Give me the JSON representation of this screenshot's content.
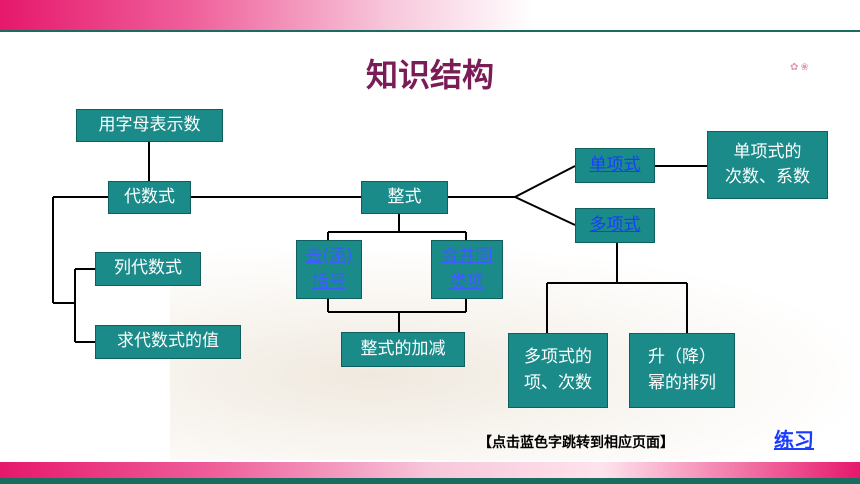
{
  "title": "知识结构",
  "nodes": {
    "letters_represent_numbers": "用字母表示数",
    "algebraic_expression": "代数式",
    "write_expression": "列代数式",
    "evaluate_expression": "求代数式的值",
    "polynomial_integral": "整式",
    "remove_brackets_line1": "去(添)",
    "remove_brackets_line2": "括号",
    "combine_like_terms_line1": "合并同",
    "combine_like_terms_line2": "类项",
    "add_subtract": "整式的加减",
    "monomial": "单项式",
    "monomial_degree_line1": "单项式的",
    "monomial_degree_line2": "次数、系数",
    "polynomial": "多项式",
    "polynomial_terms_line1": "多项式的",
    "polynomial_terms_line2": "项、次数",
    "ascending_line1": "升（降）",
    "ascending_line2": "幂的排列"
  },
  "footer": {
    "note": "【点击蓝色字跳转到相应页面】",
    "practice_link": "练习"
  },
  "colors": {
    "box_fill": "#1b8b8a",
    "box_text": "#ffffff",
    "link_text": "#1a3cff",
    "title": "#7a1c55",
    "accent_pink": "#e6186c",
    "accent_teal": "#1a6b60"
  }
}
